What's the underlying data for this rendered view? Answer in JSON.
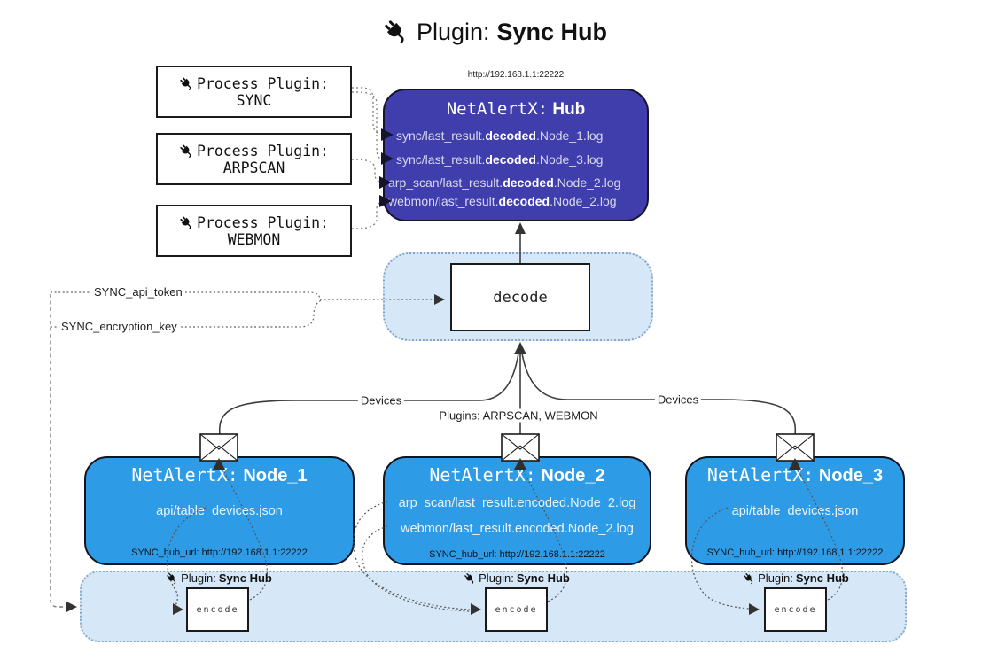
{
  "title": {
    "prefix": "Plugin:",
    "name": "Sync Hub"
  },
  "hub": {
    "url": "http://192.168.1.1:22222",
    "brand": "NetAlertX:",
    "name": "Hub",
    "logs": [
      {
        "pre": "sync/last_result.",
        "bold": "decoded",
        "post": ".Node_1.log"
      },
      {
        "pre": "sync/last_result.",
        "bold": "decoded",
        "post": ".Node_3.log"
      },
      {
        "pre": "arp_scan/last_result.",
        "bold": "decoded",
        "post": ".Node_2.log"
      },
      {
        "pre": "webmon/last_result.",
        "bold": "decoded",
        "post": ".Node_2.log"
      }
    ]
  },
  "process": {
    "label": "Process Plugin:",
    "items": [
      "SYNC",
      "ARPSCAN",
      "WEBMON"
    ]
  },
  "decode": {
    "label": "decode"
  },
  "keys": {
    "api_token": "SYNC_api_token",
    "encryption_key": "SYNC_encryption_key"
  },
  "edges": {
    "devices_left": "Devices",
    "devices_right": "Devices",
    "plugins_label": "Plugins: ARPSCAN, WEBMON"
  },
  "nodes": [
    {
      "brand": "NetAlertX:",
      "name": "Node_1",
      "files": [
        {
          "text": "api/table_devices.json"
        }
      ],
      "hub_url": "SYNC_hub_url: http://192.168.1.1:22222"
    },
    {
      "brand": "NetAlertX:",
      "name": "Node_2",
      "files": [
        {
          "text": "arp_scan/last_result.encoded.Node_2.log"
        },
        {
          "text": "webmon/last_result.encoded.Node_2.log"
        }
      ],
      "hub_url": "SYNC_hub_url: http://192.168.1.1:22222"
    },
    {
      "brand": "NetAlertX:",
      "name": "Node_3",
      "files": [
        {
          "text": "api/table_devices.json"
        }
      ],
      "hub_url": "SYNC_hub_url: http://192.168.1.1:22222"
    }
  ],
  "encode": {
    "plugin_prefix": "Plugin:",
    "plugin_name": "Sync Hub",
    "label": "encode"
  },
  "colors": {
    "hub_bg": "#3f3eac",
    "node_bg": "#2e9be6",
    "panel_bg": "#d6e8f8",
    "panel_border": "#85a6c8",
    "solid_line": "#3d3d3d",
    "dotted_line": "#777777"
  }
}
